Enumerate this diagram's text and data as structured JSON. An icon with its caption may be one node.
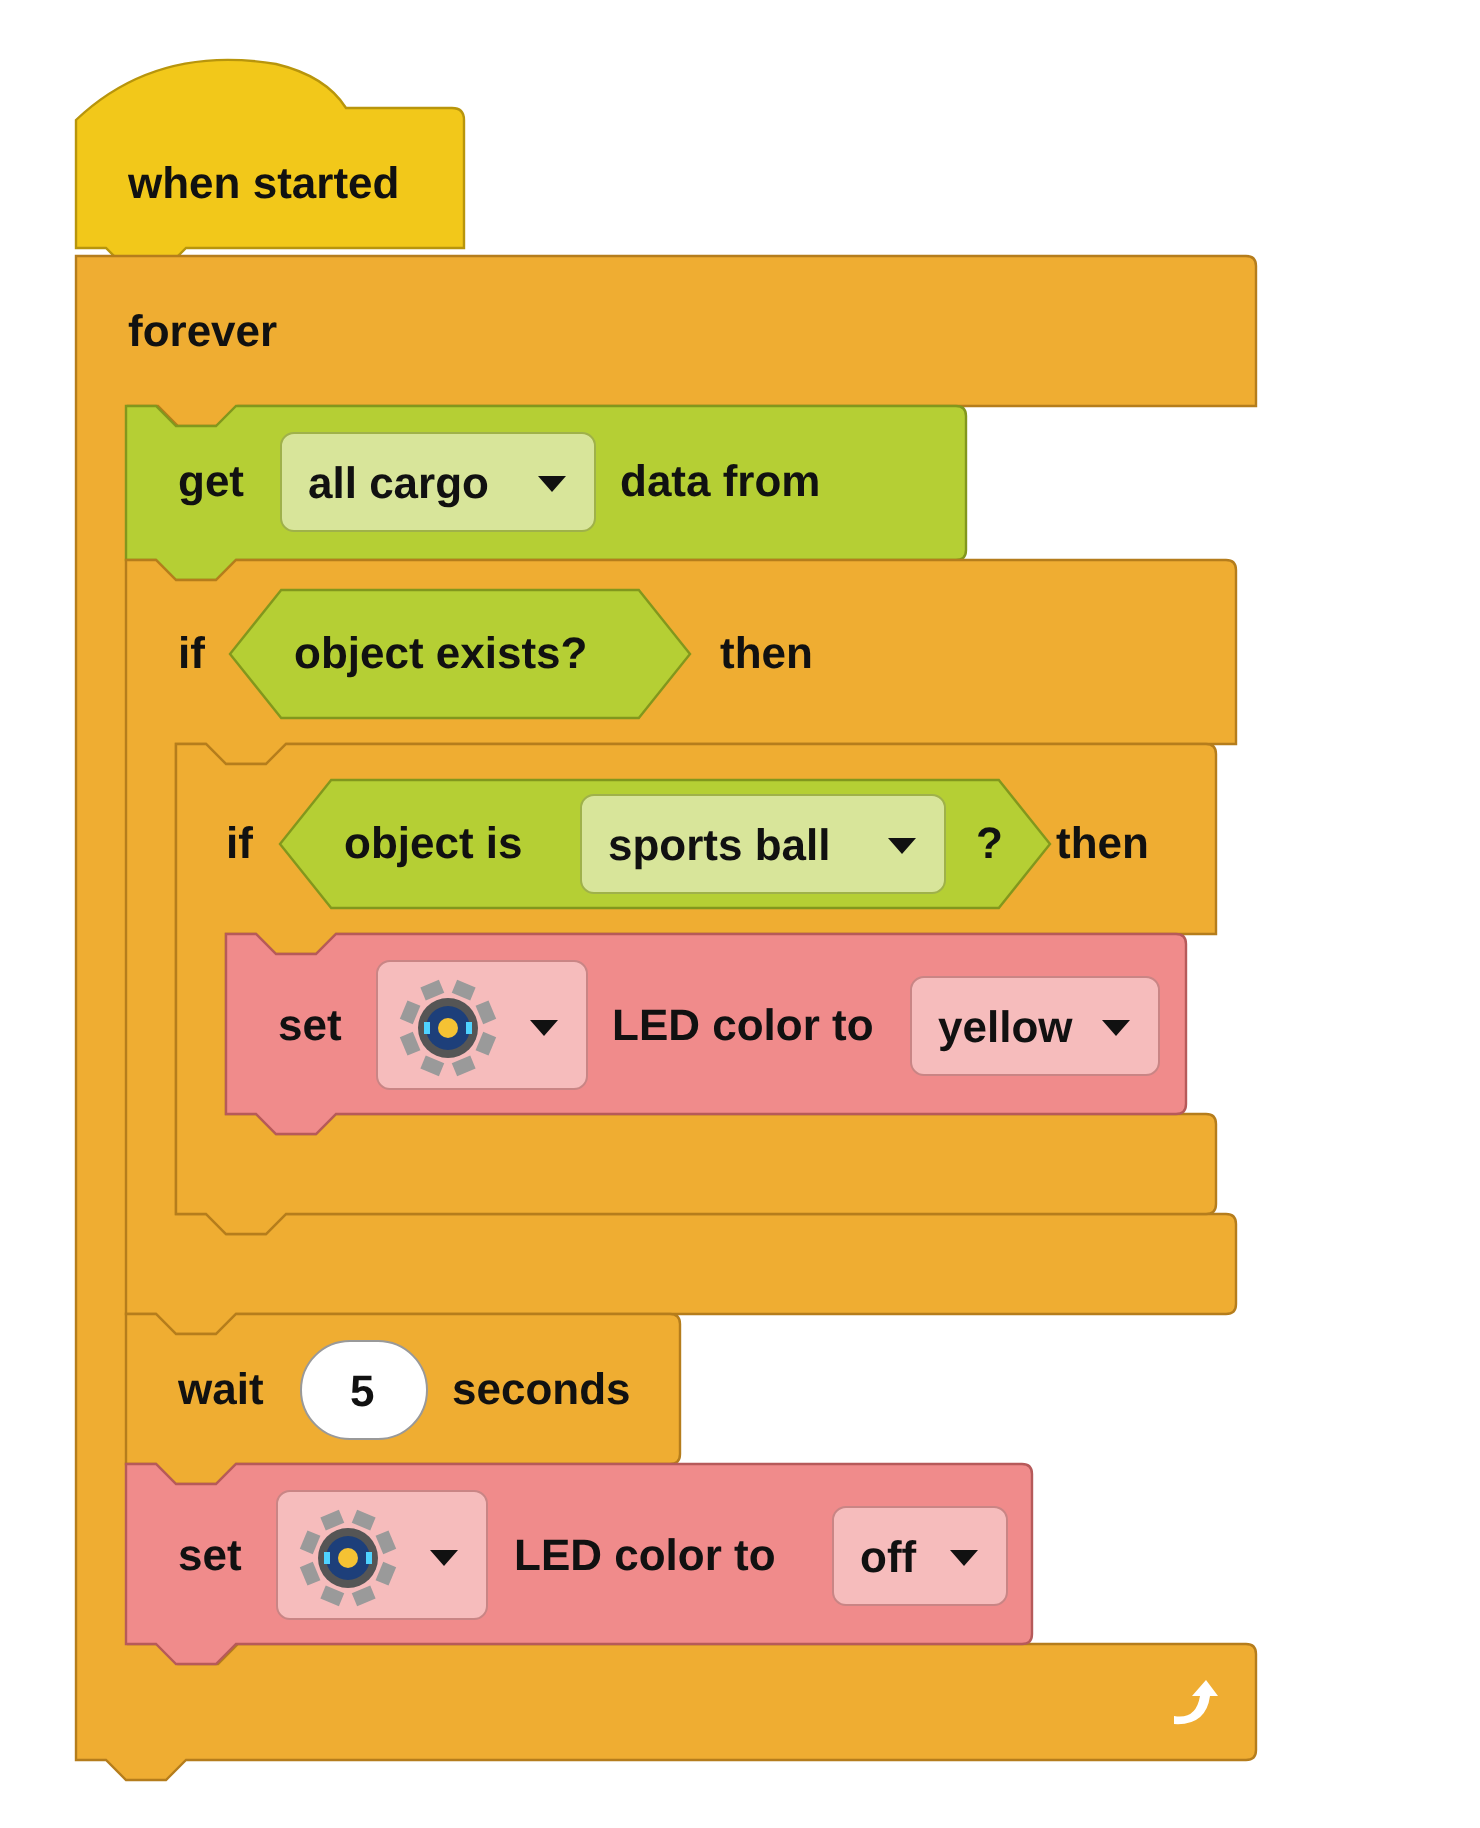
{
  "diagram": {
    "nodes": [
      {
        "text": [
          "when started"
        ]
      },
      {
        "text": [
          "forever"
        ]
      },
      {
        "text": [
          "get",
          "data from"
        ],
        "in": 1
      },
      {
        "text": [
          "all cargo"
        ],
        "in": 2
      },
      {
        "text": [
          "if",
          "then"
        ],
        "in": 1
      },
      {
        "text": [
          "object exists?"
        ],
        "in": 4
      },
      {
        "text": [
          "if",
          "then"
        ],
        "in": 4
      },
      {
        "text": [
          "object is",
          "?"
        ],
        "in": 6
      },
      {
        "text": [
          "sports ball"
        ],
        "in": 7
      },
      {
        "text": [
          "set",
          "LED color to"
        ],
        "in": 6
      },
      {
        "text": [],
        "shape": "box",
        "in": 9
      },
      {
        "text": [
          "yellow"
        ],
        "in": 9
      },
      {
        "text": [
          "wait",
          "seconds"
        ],
        "in": 1
      },
      {
        "text": [
          "5"
        ],
        "in": 12
      },
      {
        "text": [
          "set",
          "LED color to"
        ],
        "in": 1
      },
      {
        "text": [],
        "shape": "box",
        "in": 14
      },
      {
        "text": [
          "off"
        ],
        "in": 14
      }
    ]
  }
}
